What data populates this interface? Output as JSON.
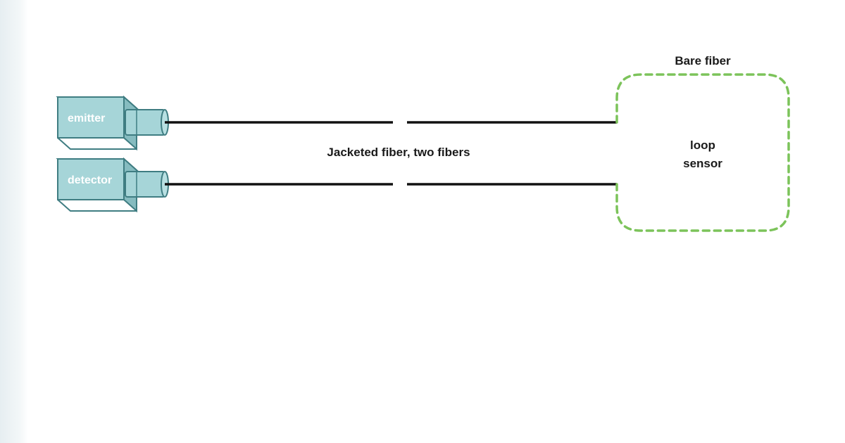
{
  "labels": {
    "emitter": "emitter",
    "detector": "detector",
    "fiber": "Jacketed fiber, two fibers",
    "bare": "Bare fiber",
    "loop_line1": "loop",
    "loop_line2": "sensor"
  },
  "colors": {
    "box_front": "#a6d5d8",
    "box_side": "#86bcc0",
    "box_top": "#c4e6e8",
    "box_stroke": "#3f7d82",
    "fiber": "#111111",
    "dashed": "#7cc35a"
  }
}
